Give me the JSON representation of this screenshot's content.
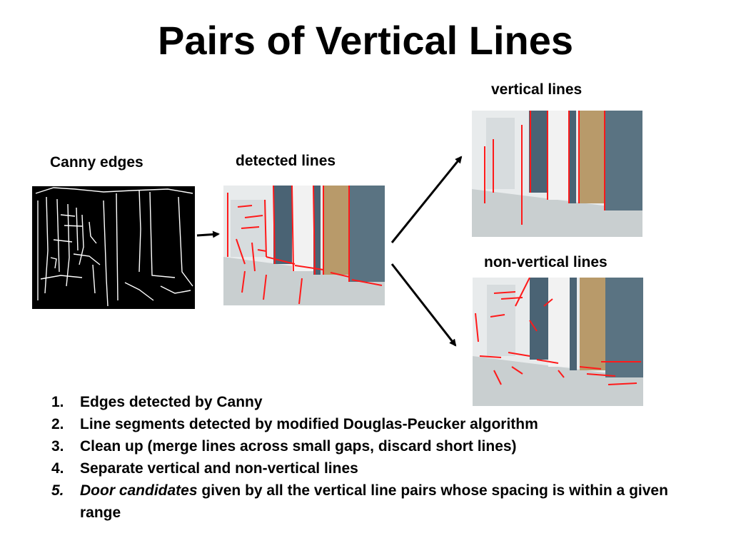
{
  "slide": {
    "title": "Pairs of Vertical Lines"
  },
  "captions": {
    "canny": "Canny edges",
    "detected": "detected lines",
    "vertical": "vertical lines",
    "non_vertical": "non-vertical lines"
  },
  "colors": {
    "line": "#ff1a1a",
    "wall": "#4a6374",
    "floor": "#c9cfd0",
    "door": "#b89a6a"
  },
  "steps": [
    {
      "num": "1.",
      "text": "Edges detected by Canny"
    },
    {
      "num": "2.",
      "text": "Line segments detected by modified Douglas-Peucker algorithm"
    },
    {
      "num": "3.",
      "text": "Clean up (merge lines across small gaps, discard short lines)"
    },
    {
      "num": "4.",
      "text": "Separate vertical and non-vertical lines"
    },
    {
      "num": "5.",
      "emph": "Door candidates",
      "text": " given by all the vertical line pairs whose spacing is within a given range"
    }
  ]
}
